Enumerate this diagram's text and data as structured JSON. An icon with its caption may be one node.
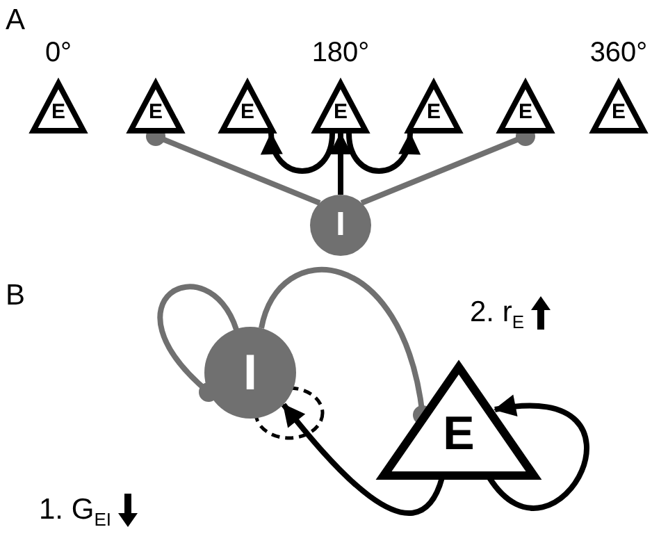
{
  "diagram": {
    "nodes": [
      {
        "text": [
          "E"
        ],
        "beside": [
          "0°"
        ]
      },
      {
        "text": [
          "E"
        ]
      },
      {
        "text": [
          "E"
        ]
      },
      {
        "text": [
          "E"
        ],
        "beside": [
          "180°"
        ]
      },
      {
        "text": [
          "E"
        ]
      },
      {
        "text": [
          "E"
        ]
      },
      {
        "text": [
          "E"
        ],
        "beside": [
          "360°"
        ]
      },
      {
        "text": [
          "I"
        ]
      },
      {
        "text": [
          "I"
        ]
      },
      {
        "text": [
          "E"
        ]
      }
    ],
    "edges": [
      {
        "from": 7,
        "to": 3,
        "arrow": "to"
      },
      {
        "from": 3,
        "to": 2,
        "arrow": "to"
      },
      {
        "from": 3,
        "to": 4,
        "arrow": "to"
      },
      {
        "from": 7,
        "to": 1,
        "arrow": "other",
        "color": "#707070"
      },
      {
        "from": 7,
        "to": 5,
        "arrow": "other",
        "color": "#707070"
      },
      {
        "from": 8,
        "to": 8,
        "arrow": "other",
        "color": "#707070"
      },
      {
        "from": 8,
        "to": 9,
        "arrow": "other",
        "color": "#707070"
      },
      {
        "from": 9,
        "to": 9,
        "arrow": "to"
      },
      {
        "from": 9,
        "to": 8,
        "arrow": "to"
      }
    ],
    "labels": [
      "A",
      "B",
      "1. G$_{EI}$",
      "2. r$_{E}$"
    ]
  }
}
